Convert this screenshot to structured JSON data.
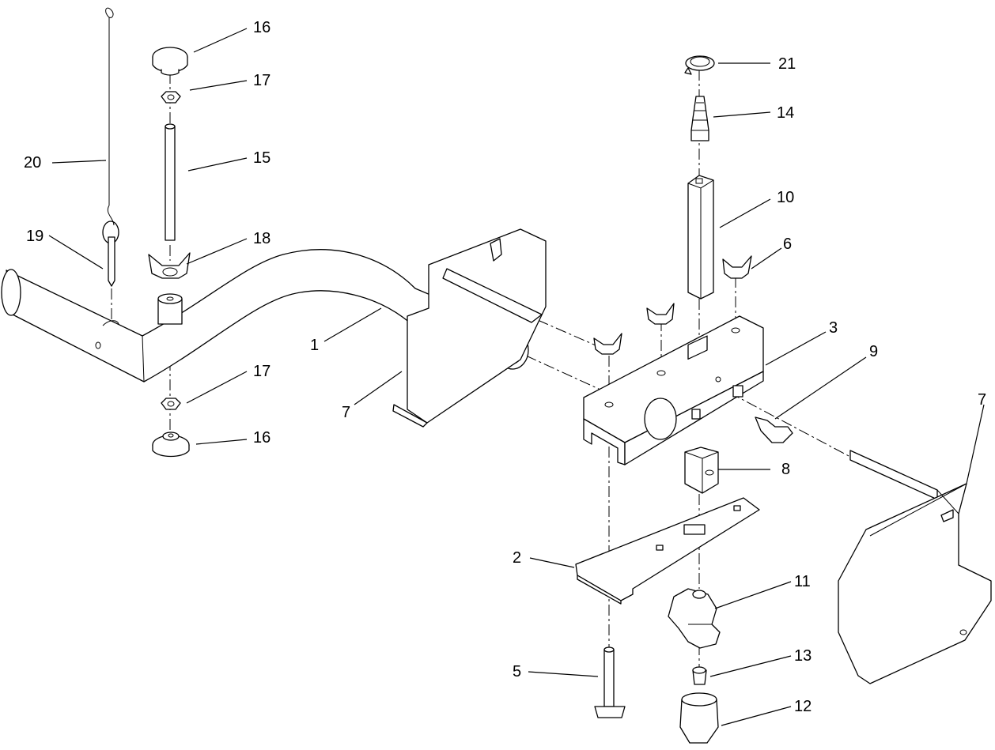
{
  "callouts": {
    "c1": "1",
    "c2": "2",
    "c3": "3",
    "c5": "5",
    "c6": "6",
    "c7a": "7",
    "c7b": "7",
    "c8": "8",
    "c9": "9",
    "c10": "10",
    "c11": "11",
    "c12": "12",
    "c13": "13",
    "c14": "14",
    "c15": "15",
    "c16a": "16",
    "c16b": "16",
    "c17a": "17",
    "c17b": "17",
    "c18": "18",
    "c19": "19",
    "c20": "20",
    "c21": "21"
  }
}
